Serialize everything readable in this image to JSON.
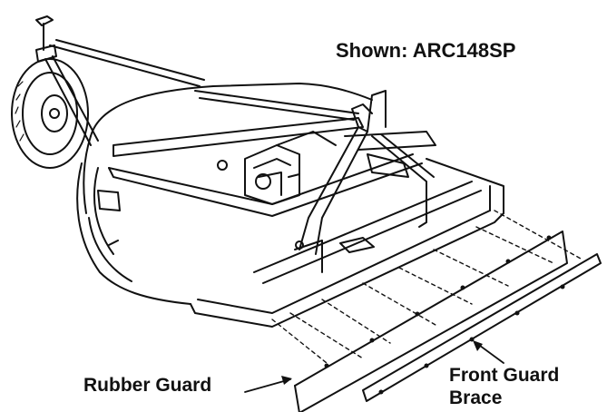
{
  "caption": "Shown: ARC148SP",
  "labels": {
    "rubber_guard": "Rubber Guard",
    "front_guard_brace_line1": "Front Guard",
    "front_guard_brace_line2": "Brace"
  },
  "colors": {
    "line": "#111111",
    "background": "#ffffff"
  }
}
